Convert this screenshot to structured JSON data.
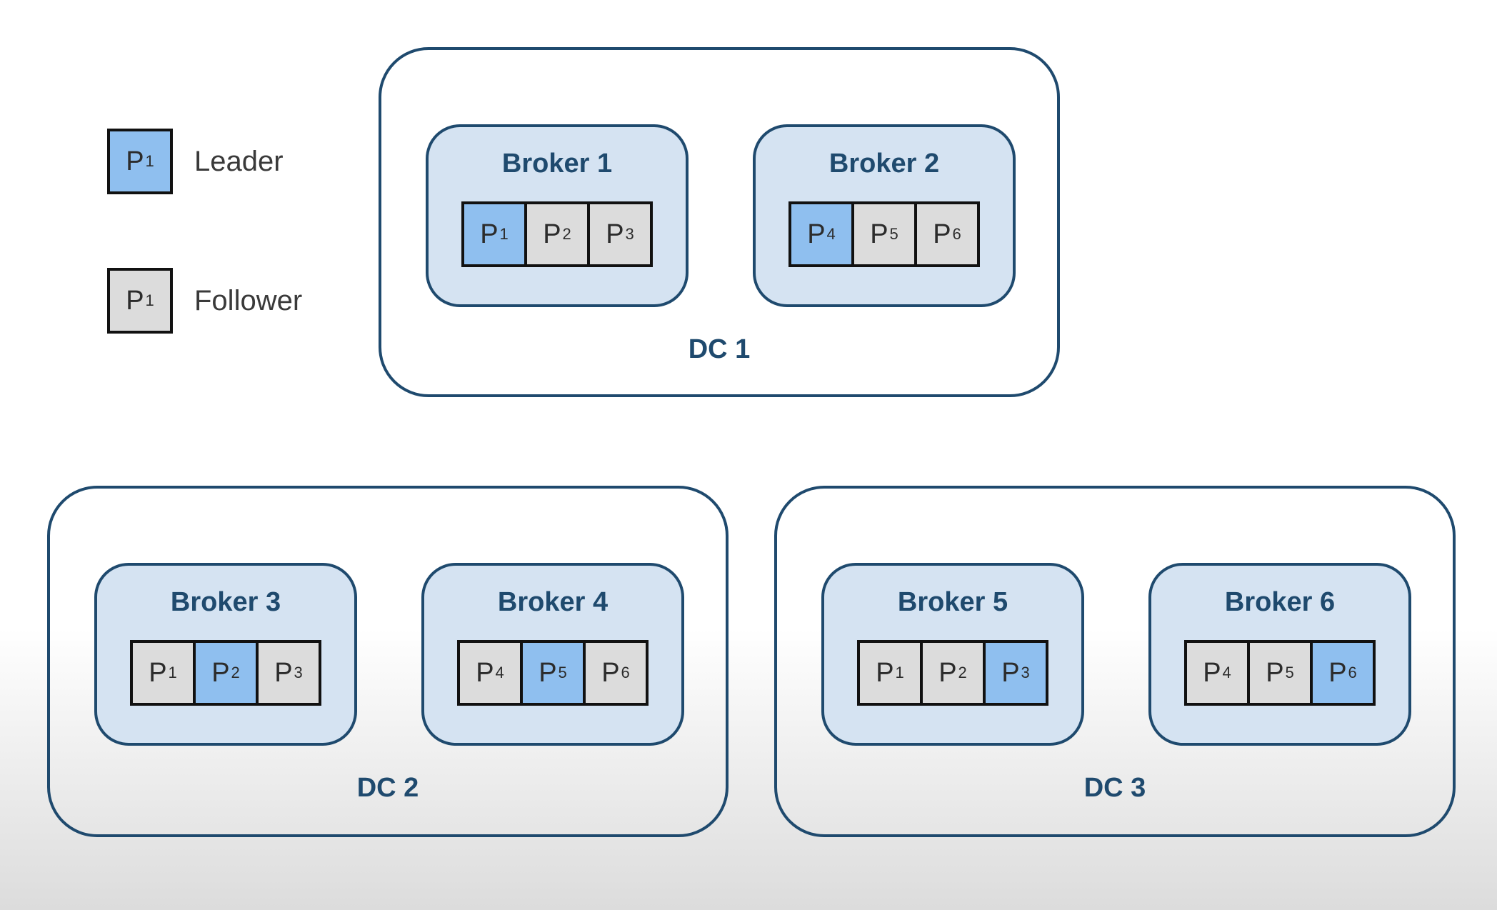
{
  "legend": [
    {
      "label": "Leader",
      "role": "leader",
      "partition": "P",
      "index": "1"
    },
    {
      "label": "Follower",
      "role": "follower",
      "partition": "P",
      "index": "1"
    }
  ],
  "colors": {
    "leader": "#8fbfef",
    "follower": "#dcdcdc",
    "broker_fill": "#d5e3f2",
    "border": "#1f4a6e"
  },
  "datacenters": [
    {
      "label": "DC 1",
      "brokers": [
        {
          "name": "Broker 1",
          "partitions": [
            {
              "p": "P",
              "i": "1",
              "role": "leader"
            },
            {
              "p": "P",
              "i": "2",
              "role": "follower"
            },
            {
              "p": "P",
              "i": "3",
              "role": "follower"
            }
          ]
        },
        {
          "name": "Broker 2",
          "partitions": [
            {
              "p": "P",
              "i": "4",
              "role": "leader"
            },
            {
              "p": "P",
              "i": "5",
              "role": "follower"
            },
            {
              "p": "P",
              "i": "6",
              "role": "follower"
            }
          ]
        }
      ]
    },
    {
      "label": "DC 2",
      "brokers": [
        {
          "name": "Broker 3",
          "partitions": [
            {
              "p": "P",
              "i": "1",
              "role": "follower"
            },
            {
              "p": "P",
              "i": "2",
              "role": "leader"
            },
            {
              "p": "P",
              "i": "3",
              "role": "follower"
            }
          ]
        },
        {
          "name": "Broker 4",
          "partitions": [
            {
              "p": "P",
              "i": "4",
              "role": "follower"
            },
            {
              "p": "P",
              "i": "5",
              "role": "leader"
            },
            {
              "p": "P",
              "i": "6",
              "role": "follower"
            }
          ]
        }
      ]
    },
    {
      "label": "DC 3",
      "brokers": [
        {
          "name": "Broker 5",
          "partitions": [
            {
              "p": "P",
              "i": "1",
              "role": "follower"
            },
            {
              "p": "P",
              "i": "2",
              "role": "follower"
            },
            {
              "p": "P",
              "i": "3",
              "role": "leader"
            }
          ]
        },
        {
          "name": "Broker 6",
          "partitions": [
            {
              "p": "P",
              "i": "4",
              "role": "follower"
            },
            {
              "p": "P",
              "i": "5",
              "role": "follower"
            },
            {
              "p": "P",
              "i": "6",
              "role": "leader"
            }
          ]
        }
      ]
    }
  ]
}
